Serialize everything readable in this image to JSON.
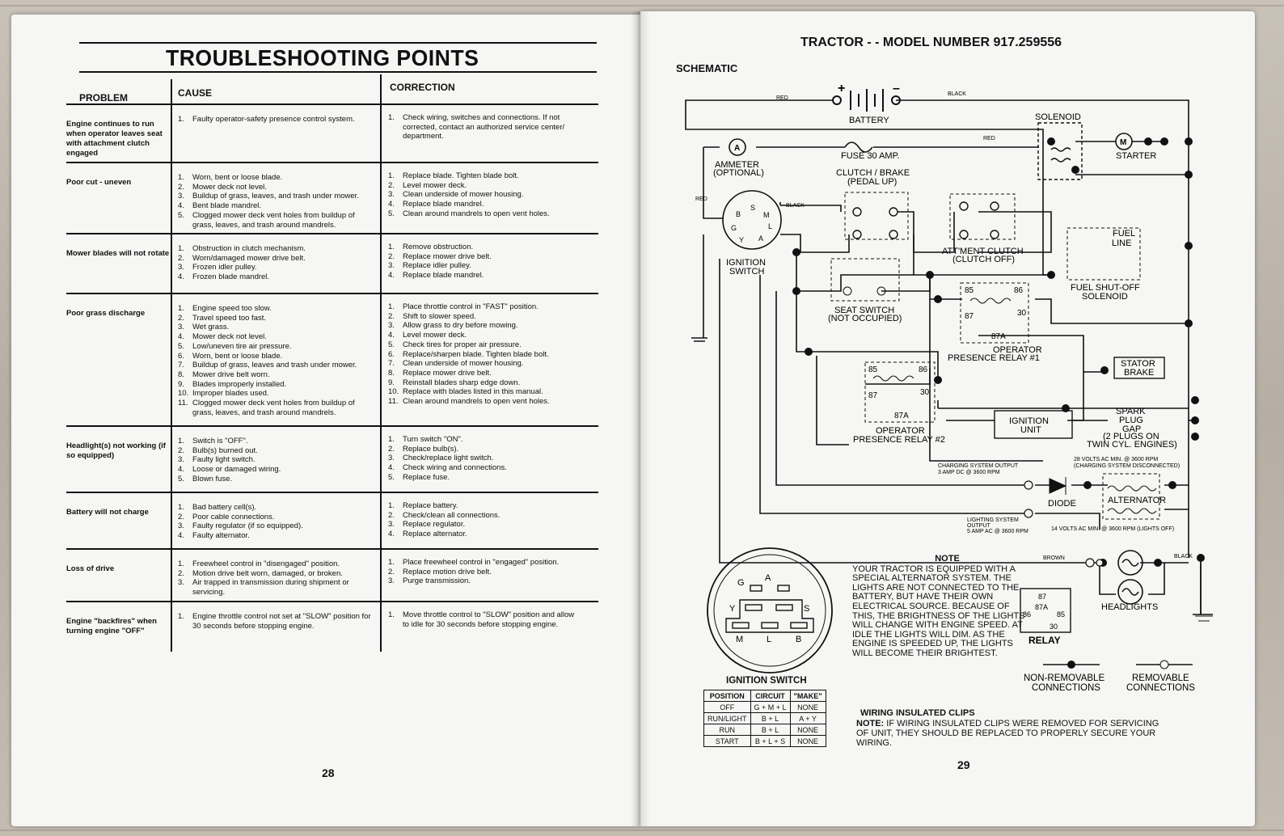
{
  "left_page": {
    "title": "TROUBLESHOOTING POINTS",
    "headers": {
      "problem": "PROBLEM",
      "cause": "CAUSE",
      "correction": "CORRECTION"
    },
    "rows": [
      {
        "problem": "Engine continues to run when operator leaves seat with attachment clutch engaged",
        "causes": [
          "Faulty operator-safety presence control system."
        ],
        "corrections": [
          "Check wiring, switches and connections. If not corrected, contact an authorized service center/ department."
        ]
      },
      {
        "problem": "Poor cut - uneven",
        "causes": [
          "Worn, bent or loose blade.",
          "Mower deck not level.",
          "Buildup of grass, leaves, and trash under mower.",
          "Bent blade mandrel.",
          "Clogged mower deck vent holes from buildup of grass, leaves, and trash around mandrels."
        ],
        "corrections": [
          "Replace blade. Tighten blade bolt.",
          "Level mower deck.",
          "Clean underside of mower housing.",
          "Replace blade mandrel.",
          "Clean around mandrels to open vent holes."
        ]
      },
      {
        "problem": "Mower blades will not rotate",
        "causes": [
          "Obstruction in clutch mechanism.",
          "Worn/damaged mower drive belt.",
          "Frozen idler pulley.",
          "Frozen blade mandrel."
        ],
        "corrections": [
          "Remove obstruction.",
          "Replace mower drive belt.",
          "Replace idler pulley.",
          "Replace blade mandrel."
        ]
      },
      {
        "problem": "Poor grass discharge",
        "causes": [
          "Engine speed too slow.",
          "Travel speed too fast.",
          "Wet grass.",
          "Mower deck not level.",
          "Low/uneven tire air pressure.",
          "Worn, bent or loose blade.",
          "Buildup of grass, leaves and trash under mower.",
          "Mower drive belt worn.",
          "Blades improperly installed.",
          "Improper blades used.",
          "Clogged mower deck vent holes from buildup of grass, leaves, and trash around mandrels."
        ],
        "corrections": [
          "Place throttle control in \"FAST\" position.",
          "Shift to slower speed.",
          "Allow grass to dry before mowing.",
          "Level mower deck.",
          "Check tires for proper air pressure.",
          "Replace/sharpen blade. Tighten blade bolt.",
          "Clean underside of mower housing.",
          "Replace mower drive belt.",
          "Reinstall blades sharp edge down.",
          "Replace with blades listed in this manual.",
          "Clean around mandrels to open vent holes."
        ]
      },
      {
        "problem": "Headlight(s) not working (if so equipped)",
        "causes": [
          "Switch is \"OFF\".",
          "Bulb(s) burned out.",
          "Faulty light switch.",
          "Loose or damaged wiring.",
          "Blown fuse."
        ],
        "corrections": [
          "Turn switch \"ON\".",
          "Replace bulb(s).",
          "Check/replace light switch.",
          "Check wiring and connections.",
          "Replace fuse."
        ]
      },
      {
        "problem": "Battery will not charge",
        "causes": [
          "Bad battery cell(s).",
          "Poor cable connections.",
          "Faulty regulator (if so equipped).",
          "Faulty alternator."
        ],
        "corrections": [
          "Replace battery.",
          "Check/clean all connections.",
          "Replace regulator.",
          "Replace alternator."
        ]
      },
      {
        "problem": "Loss of drive",
        "causes": [
          "Freewheel control in \"disengaged\" position.",
          "Motion drive belt worn, damaged, or broken.",
          "Air trapped in transmission during shipment or servicing."
        ],
        "corrections": [
          "Place freewheel control in \"engaged\" position.",
          "Replace motion drive belt.",
          "Purge transmission."
        ]
      },
      {
        "problem": "Engine \"backfires\" when turning engine \"OFF\"",
        "causes": [
          "Engine throttle control not set at \"SLOW\" position for 30 seconds before stopping engine."
        ],
        "corrections": [
          "Move throttle control to \"SLOW\" position and allow to idle for 30 seconds before stopping engine."
        ]
      }
    ],
    "page_number": "28"
  },
  "right_page": {
    "title": "TRACTOR - - MODEL NUMBER 917.259556",
    "schematic_label": "SCHEMATIC",
    "labels": {
      "battery": "BATTERY",
      "solenoid": "SOLENOID",
      "starter": "STARTER",
      "ammeter": "AMMETER",
      "ammeter_opt": "(OPTIONAL)",
      "fuse": "FUSE 30 AMP.",
      "clutch1": "CLUTCH / BRAKE",
      "clutch2": "(PEDAL UP)",
      "ign1": "IGNITION",
      "ign2": "SWITCH",
      "attment1": "ATT'MENT CLUTCH",
      "attment2": "(CLUTCH OFF)",
      "fuel1": "FUEL",
      "fuel2": "LINE",
      "fuelsol1": "FUEL SHUT-OFF",
      "fuelsol2": "SOLENOID",
      "seat1": "SEAT SWITCH",
      "seat2": "(NOT OCCUPIED)",
      "relay1a": "OPERATOR",
      "relay1b": "PRESENCE RELAY #1",
      "relay2a": "OPERATOR",
      "relay2b": "PRESENCE RELAY #2",
      "stator1": "STATOR",
      "stator2": "BRAKE",
      "ignunit1": "IGNITION",
      "ignunit2": "UNIT",
      "spark1": "SPARK",
      "spark2": "PLUG",
      "spark3": "GAP",
      "spark4": "(2 PLUGS ON",
      "spark5": "TWIN CYL. ENGINES)",
      "charge1": "CHARGING SYSTEM OUTPUT",
      "charge2": "3 AMP DC @ 3600 RPM",
      "volts28a": "28 VOLTS AC MIN. @ 3600 RPM",
      "volts28b": "(CHARGING SYSTEM DISCONNECTED)",
      "diode": "DIODE",
      "alternator": "ALTERNATOR",
      "light1": "LIGHTING SYSTEM",
      "light2": "OUTPUT",
      "light3": "5 AMP AC @ 3600 RPM",
      "volts14": "14 VOLTS AC MIN. @ 3600 RPM (LIGHTS OFF)",
      "headlights": "HEADLIGHTS",
      "relay": "RELAY",
      "nonremovable1": "NON-REMOVABLE",
      "nonremovable2": "CONNECTIONS",
      "removable1": "REMOVABLE",
      "removable2": "CONNECTIONS",
      "wire_red": "RED",
      "wire_black": "BLACK",
      "wire_brown": "BROWN",
      "plus": "+",
      "minus": "–",
      "terminals": {
        "b": "B",
        "s": "S",
        "m": "M",
        "l": "L",
        "g": "G",
        "y": "Y",
        "a": "A"
      },
      "relay_pins": {
        "p85": "85",
        "p86": "86",
        "p87": "87",
        "p30": "30",
        "p87a": "87A"
      },
      "meter_a": "A",
      "meter_m": "M"
    },
    "ignition_switch_title": "IGNITION SWITCH",
    "ignition_table": {
      "headers": [
        "POSITION",
        "CIRCUIT",
        "\"MAKE\""
      ],
      "rows": [
        [
          "OFF",
          "G + M + L",
          "NONE"
        ],
        [
          "RUN/LIGHT",
          "B + L",
          "A + Y"
        ],
        [
          "RUN",
          "B + L",
          "NONE"
        ],
        [
          "START",
          "B + L + S",
          "NONE"
        ]
      ]
    },
    "note_title": "NOTE",
    "note_text": "YOUR TRACTOR IS EQUIPPED WITH A SPECIAL ALTERNATOR SYSTEM. THE LIGHTS ARE NOT CONNECTED TO THE BATTERY, BUT HAVE THEIR OWN ELECTRICAL SOURCE. BECAUSE OF THIS, THE BRIGHTNESS OF THE LIGHTS WILL CHANGE WITH ENGINE SPEED. AT IDLE THE LIGHTS WILL DIM. AS THE ENGINE IS SPEEDED UP, THE LIGHTS WILL BECOME THEIR BRIGHTEST.",
    "clips_title": "WIRING INSULATED CLIPS",
    "clips_note_label": "NOTE:",
    "clips_text": "IF WIRING INSULATED CLIPS WERE REMOVED FOR SERVICING OF UNIT, THEY SHOULD BE REPLACED TO PROPERLY SECURE YOUR WIRING.",
    "page_number": "29"
  }
}
